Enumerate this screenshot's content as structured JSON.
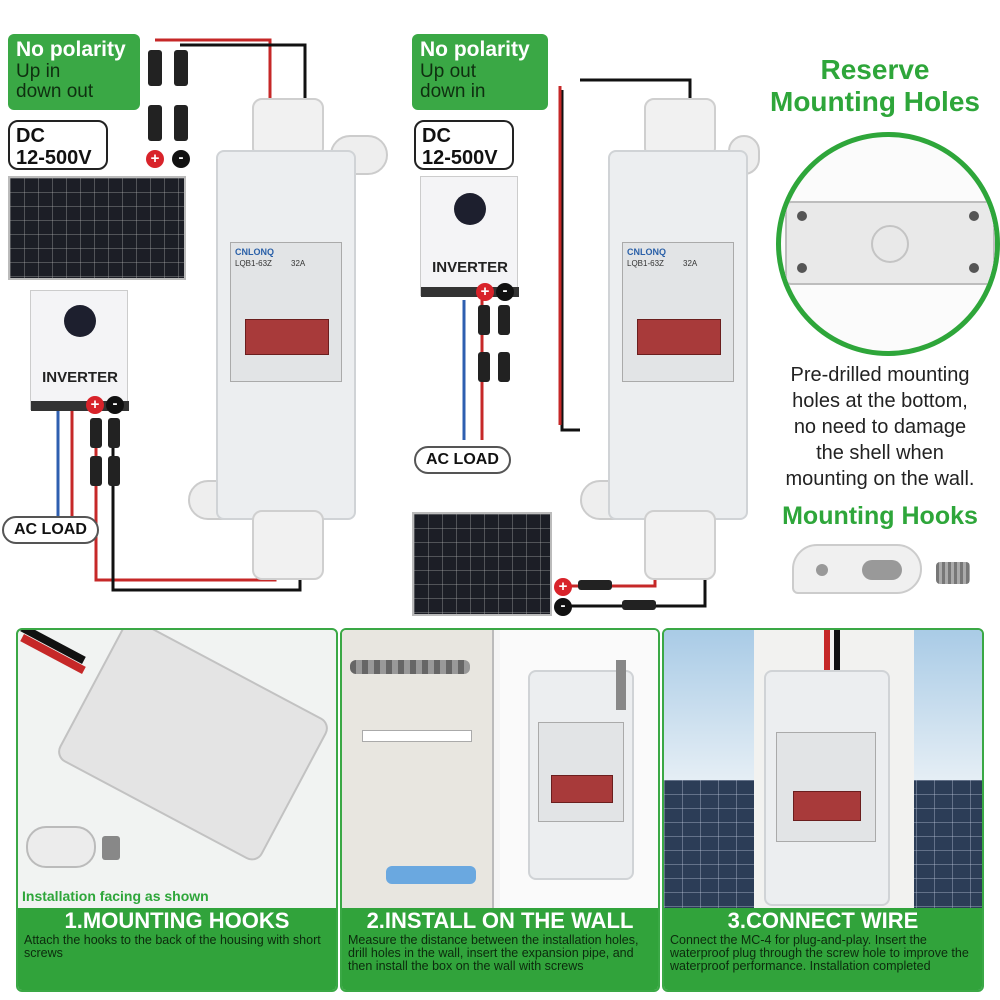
{
  "left_diagram": {
    "polarity_title": "No polarity",
    "polarity_line1": "Up in",
    "polarity_line2": "down out",
    "dc_line1": "DC",
    "dc_line2": "12-500V",
    "inverter_label": "INVERTER",
    "ac_load": "AC LOAD",
    "breaker_brand": "CNLONQ",
    "breaker_model": "LQB1-63Z",
    "breaker_rating": "32A"
  },
  "right_diagram": {
    "polarity_title": "No polarity",
    "polarity_line1": "Up out",
    "polarity_line2": "down in",
    "dc_line1": "DC",
    "dc_line2": "12-500V",
    "inverter_label": "INVERTER",
    "ac_load": "AC LOAD",
    "breaker_brand": "CNLONQ",
    "breaker_model": "LQB1-63Z",
    "breaker_rating": "32A"
  },
  "features": {
    "reserve_title_line1": "Reserve",
    "reserve_title_line2": "Mounting Holes",
    "reserve_desc": [
      "Pre-drilled mounting",
      "holes at the bottom,",
      "no need to damage",
      "the shell when",
      "mounting on the wall."
    ],
    "hooks_title": "Mounting Hooks"
  },
  "symbols": {
    "positive": "+",
    "negative": "-"
  },
  "steps": [
    {
      "caption": "Installation facing as shown",
      "title": "1.MOUNTING HOOKS",
      "desc": "Attach the hooks to the back of the housing with short screws"
    },
    {
      "title": "2.INSTALL ON THE WALL",
      "desc": "Measure the distance between the installation holes, drill holes in the wall, insert the expansion pipe, and then install the box on the wall with screws"
    },
    {
      "title": "3.CONNECT WIRE",
      "desc": "Connect the MC-4 for plug-and-play. Insert the waterproof plug through the screw hole to improve the waterproof performance. Installation completed"
    }
  ],
  "colors": {
    "accent_green": "#31a33b",
    "wire_red": "#c62828",
    "wire_black": "#111111",
    "wire_blue": "#2f5fb0",
    "handle_red": "#a83a3a"
  }
}
